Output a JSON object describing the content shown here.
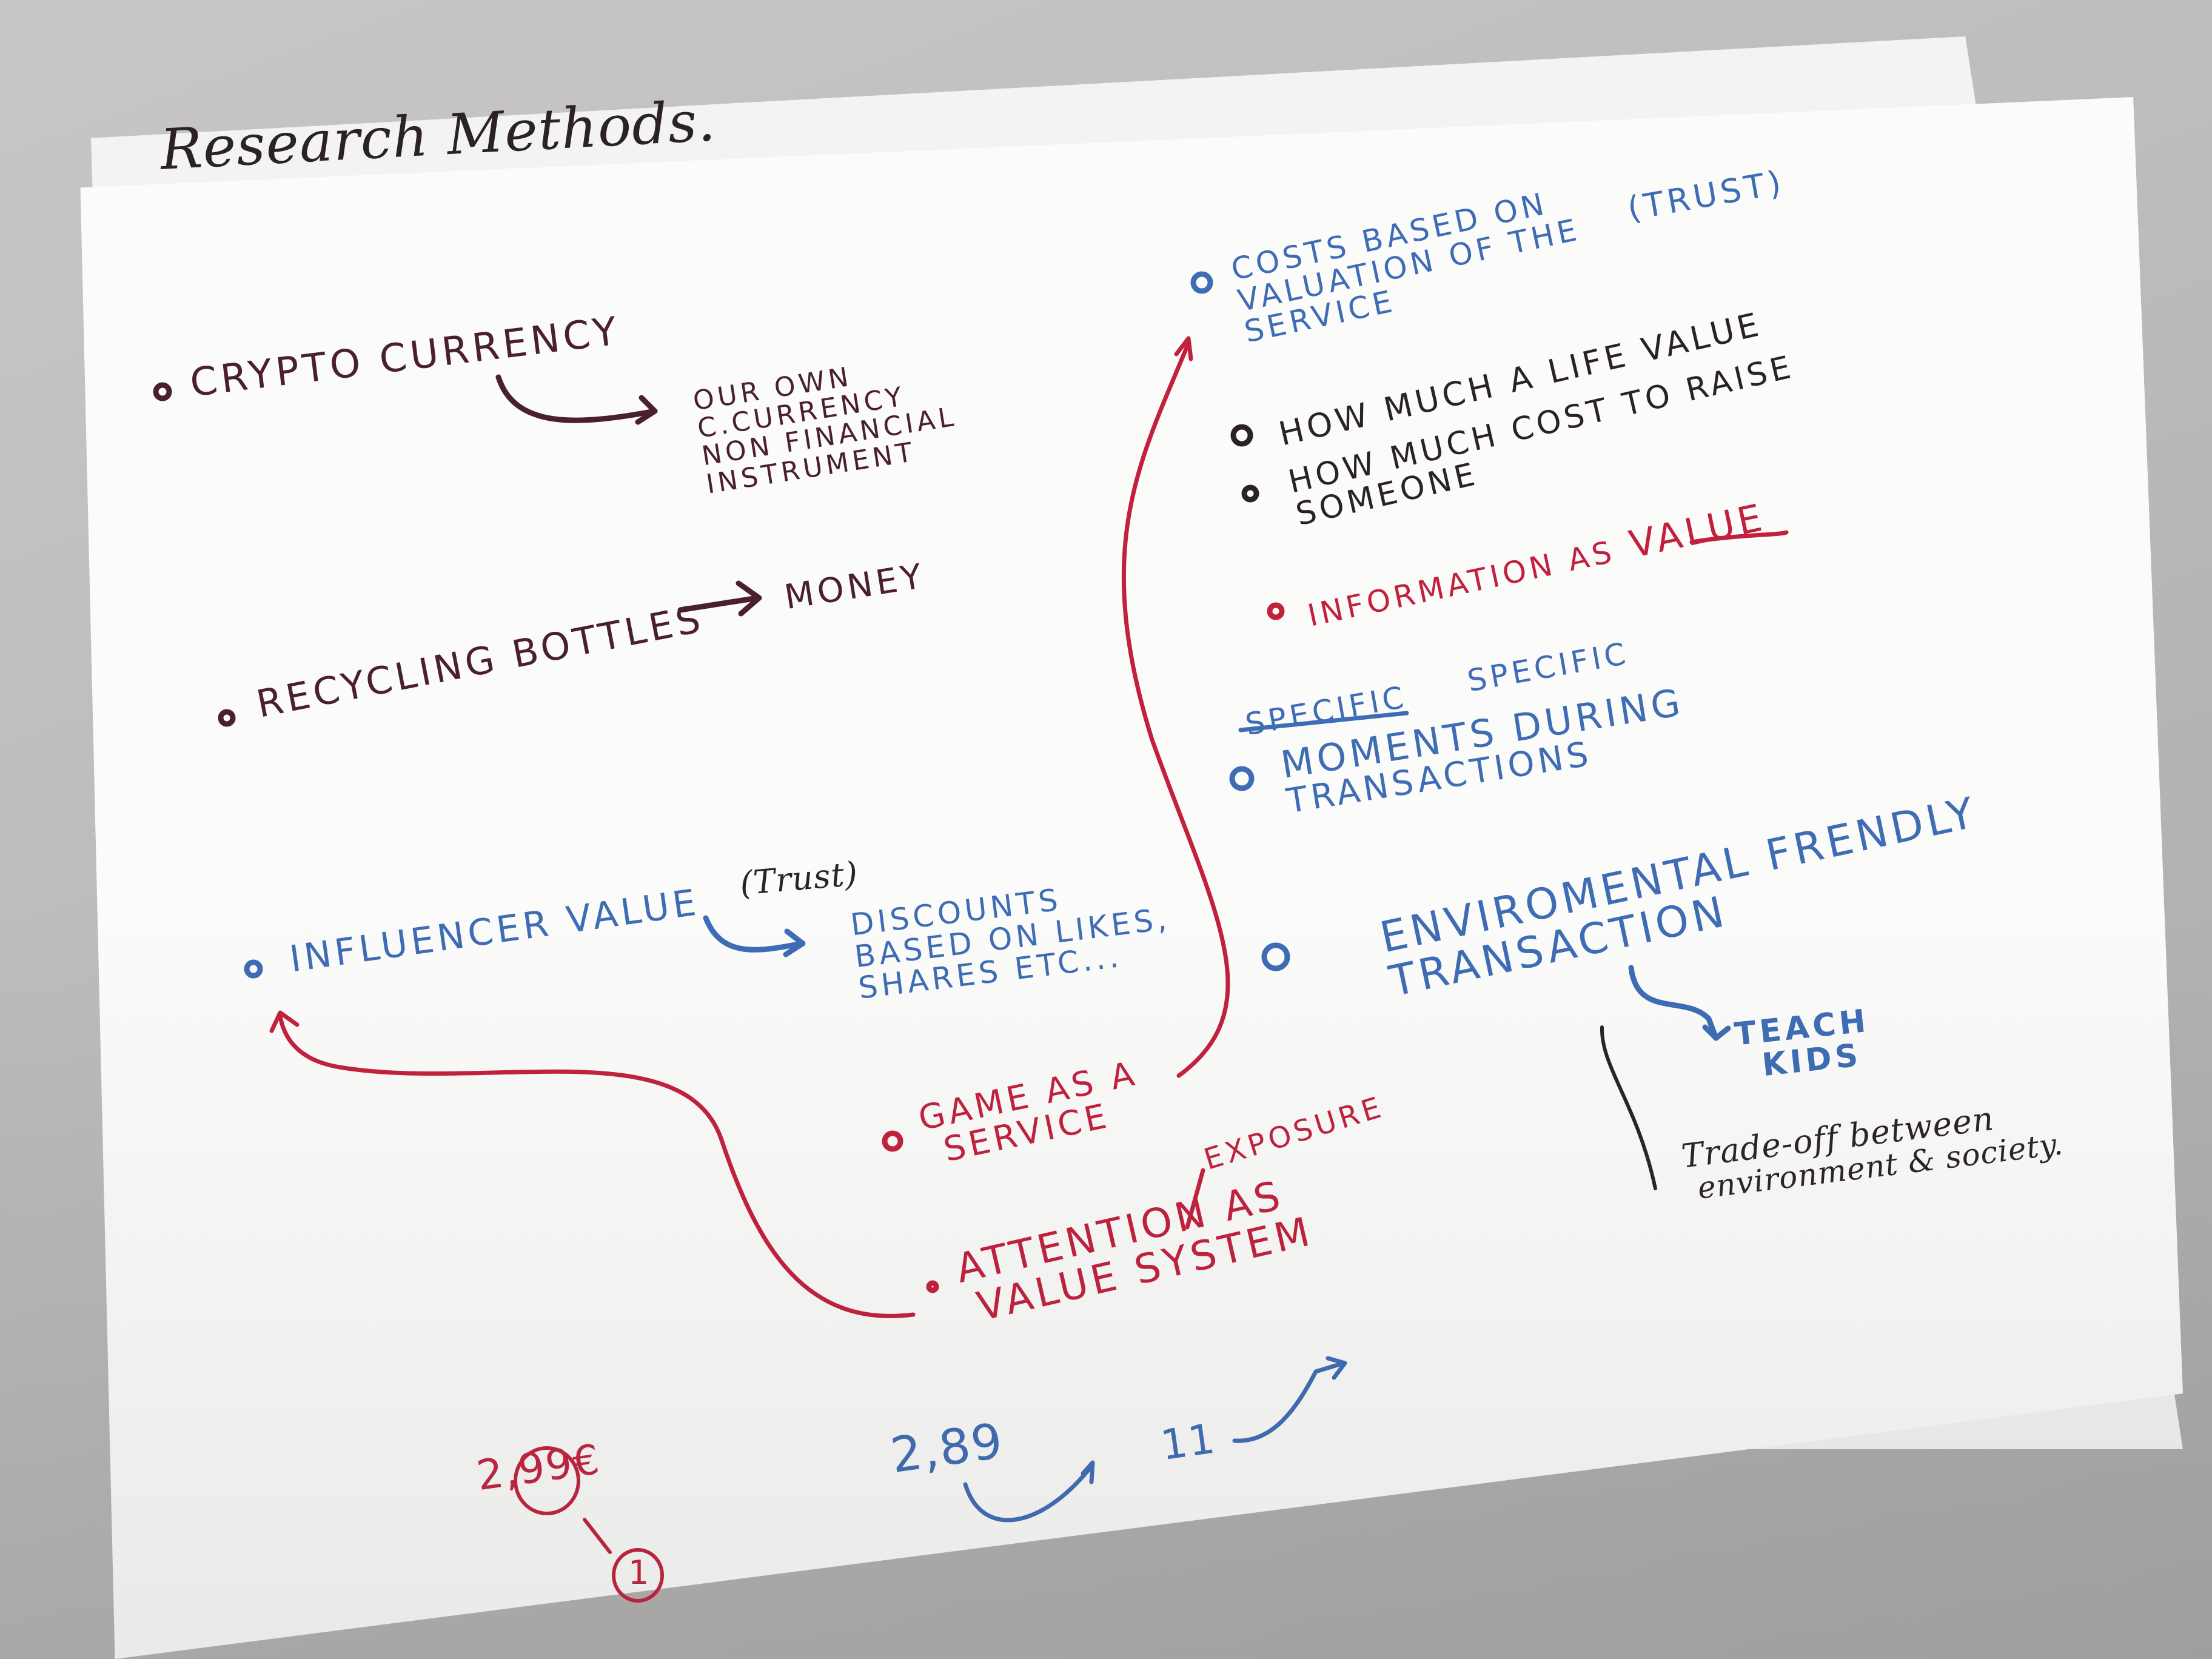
{
  "notes": {
    "title": "Research Methods.",
    "crypto": "CRYPTO CURRENCY",
    "crypto_sub": [
      "OUR OWN",
      "C.CURRENCY",
      "NON FINANCIAL",
      "INSTRUMENT"
    ],
    "recycling": "RECYCLING BOTTLES",
    "money": "MONEY",
    "influencer": "INFLUENCER VALUE",
    "influencer_trust": "(Trust)",
    "discounts": [
      "DISCOUNTS",
      "BASED ON LIKES,",
      "SHARES ETC..."
    ],
    "game": [
      "GAME AS A",
      "SERVICE"
    ],
    "attention": [
      "ATTENTION AS",
      "VALUE SYSTEM"
    ],
    "exposure": "EXPOSURE",
    "costs": [
      "COSTS BASED ON",
      "VALUATION OF THE",
      "SERVICE"
    ],
    "trust_upper": "(TRUST)",
    "life_value": "HOW MUCH A LIFE VALUE",
    "raise": [
      "HOW MUCH COST TO RAISE",
      "SOMEONE"
    ],
    "information_prefix": "INFORMATION AS ",
    "information_value": "VALUE",
    "specific_struck": "SPECIFIC",
    "specific": "SPECIFIC",
    "moments": [
      "MOMENTS DURING",
      "TRANSACTIONS"
    ],
    "environmental": [
      "ENVIROMENTAL FRENDLY",
      "TRANSACTION"
    ],
    "teach": [
      "TEACH",
      "KIDS"
    ],
    "tradeoff": [
      "Trade-off between",
      "environment & society."
    ],
    "price_a": "2,99€",
    "price_a_circle": "1",
    "price_b": "2,89",
    "price_c": "11"
  },
  "colors": {
    "brown_ink": "#4a2030",
    "blue_ink": "#3e6cb5",
    "red_ink": "#c2203c",
    "paper": "#fbfbfa"
  }
}
